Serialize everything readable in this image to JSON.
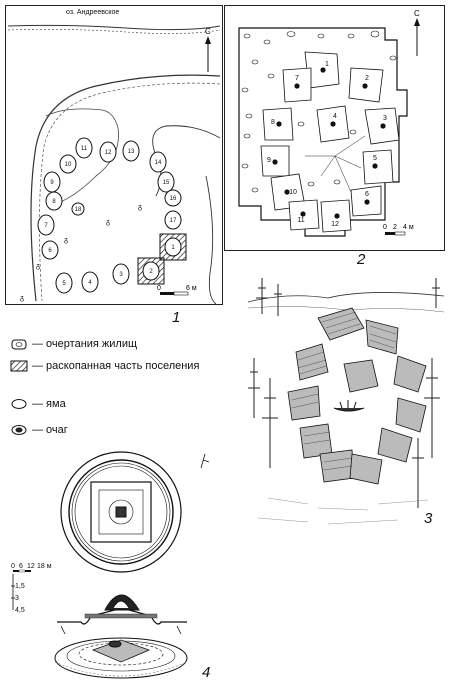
{
  "panel1": {
    "lake_label": "оз. Андреевское",
    "north": "С",
    "scale": [
      "0",
      "6 м"
    ],
    "dwellings": [
      "1",
      "2",
      "3",
      "4",
      "5",
      "6",
      "7",
      "8",
      "9",
      "10",
      "11",
      "12",
      "13",
      "14",
      "15",
      "16",
      "17",
      "18"
    ],
    "fig_number": "1"
  },
  "panel2": {
    "north": "С",
    "scale": [
      "0",
      "2",
      "4 м"
    ],
    "dwellings": [
      "1",
      "2",
      "3",
      "4",
      "5",
      "6",
      "7",
      "8",
      "9",
      "10",
      "11",
      "12"
    ],
    "fig_number": "2"
  },
  "panel3": {
    "fig_number": "3"
  },
  "panel4": {
    "scale": [
      "0",
      "6",
      "12",
      "18 м"
    ],
    "depths": [
      "1,5",
      "3",
      "4,5"
    ],
    "fig_number": "4"
  },
  "legend": [
    {
      "symbol": "dwelling-outline",
      "text": "— очертания жилищ"
    },
    {
      "symbol": "excavated-area",
      "text": "— раскопанная часть поселения"
    },
    {
      "symbol": "pit",
      "text": "— яма"
    },
    {
      "symbol": "hearth",
      "text": "— очаг"
    }
  ]
}
